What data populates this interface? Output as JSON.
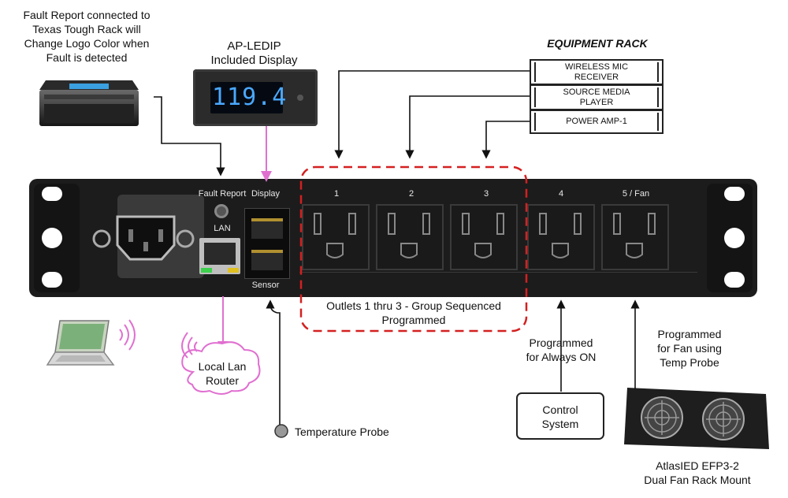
{
  "notes": {
    "fault_report": "Fault Report connected to\nTexas Tough Rack will\nChange Logo Color when\nFault is detected",
    "display_title": "AP-LEDIP\nIncluded Display",
    "display_value": "119.4",
    "rack_title": "EQUIPMENT RACK",
    "group_sequenced": "Outlets 1 thru 3 - Group Sequenced\nProgrammed",
    "always_on": "Programmed\nfor Always ON",
    "fan_programmed": "Programmed\nfor Fan using\nTemp Probe",
    "control_system": "Control\nSystem",
    "local_lan": "Local Lan\nRouter",
    "temp_probe": "Temperature Probe",
    "fan_model": "AtlasIED EFP3-2\nDual Fan Rack Mount"
  },
  "rack_items": [
    "WIRELESS MIC\nRECEIVER",
    "SOURCE MEDIA\nPLAYER",
    "POWER AMP-1"
  ],
  "panel": {
    "fault_report_label": "Fault Report",
    "display_label": "Display",
    "lan_label": "LAN",
    "sensor_label": "Sensor",
    "outlets": [
      "1",
      "2",
      "3",
      "4",
      "5 / Fan"
    ]
  },
  "colors": {
    "pink": "#e070d0",
    "red_dash": "#d42020",
    "panel": "#1c1c1c",
    "display_digits": "#4aa8ff"
  }
}
